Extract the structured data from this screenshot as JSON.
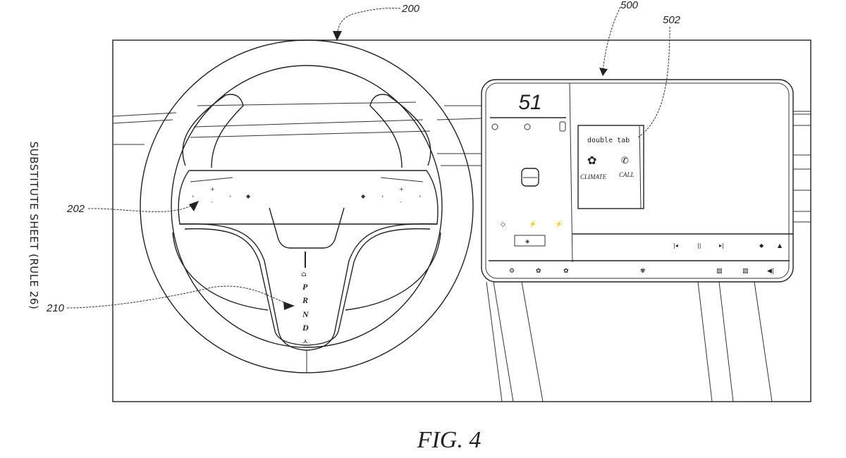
{
  "side_note": "SUBSTITUTE SHEET (RULE 26)",
  "figure_label": "FIG. 4",
  "reference_numerals": {
    "steering_wheel": "200",
    "controls": "202",
    "gear_selector": "210",
    "display": "500",
    "popup": "502"
  },
  "display": {
    "speed": "51",
    "popup": {
      "title": "double tab",
      "options": [
        {
          "label": "CLIMATE",
          "icon": "fan-icon"
        },
        {
          "label": "CALL",
          "icon": "phone-icon"
        }
      ]
    },
    "media_controls": [
      "previous-track-icon",
      "pause-icon",
      "next-track-icon"
    ]
  },
  "gear_selector": {
    "positions": [
      "P",
      "R",
      "N",
      "D"
    ]
  }
}
